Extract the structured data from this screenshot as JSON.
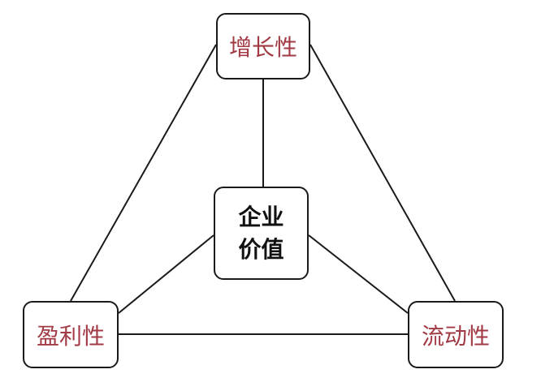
{
  "nodes": {
    "top": "增长性",
    "left": "盈利性",
    "right": "流动性",
    "center_line1": "企业",
    "center_line2": "价值"
  },
  "colors": {
    "outer_text": "#a23a45",
    "center_text": "#111111",
    "stroke": "#1a1a1a"
  }
}
